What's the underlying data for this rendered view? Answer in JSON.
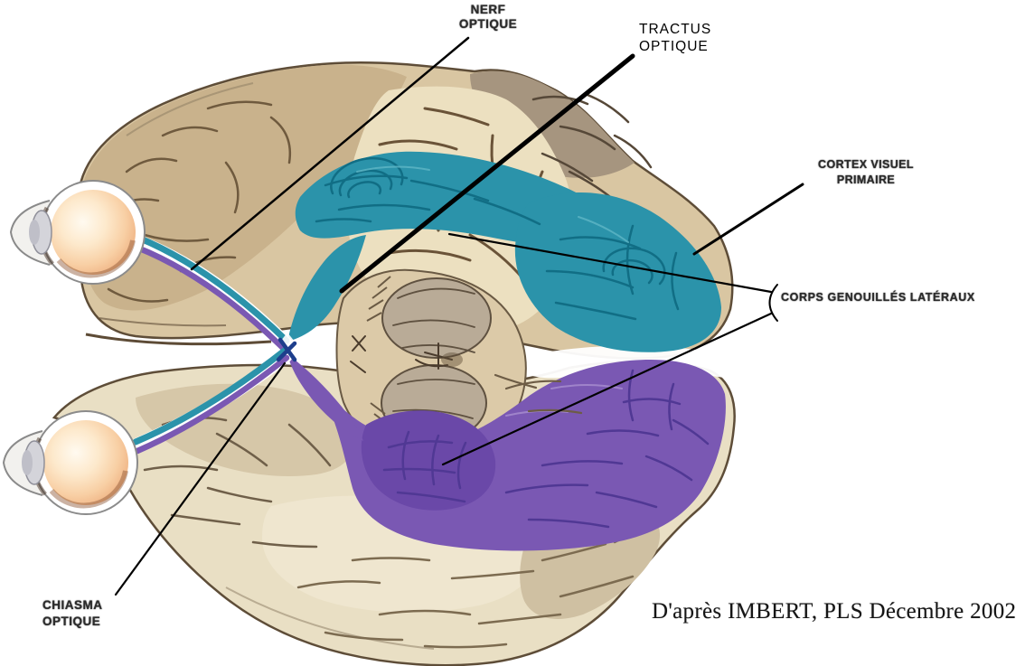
{
  "diagram": {
    "labels": {
      "nerf_optique": {
        "lines": [
          "NERF",
          "OPTIQUE"
        ]
      },
      "tractus_optique": {
        "lines": [
          "TRACTUS",
          "OPTIQUE"
        ]
      },
      "cortex_visuel_primaire": {
        "lines": [
          "CORTEX VISUEL",
          "PRIMAIRE"
        ]
      },
      "corps_genouilles_lateraux": {
        "lines": [
          "CORPS GENOUILLÉS LATÉRAUX"
        ]
      },
      "chiasma_optique": {
        "lines": [
          "CHIASMA",
          "OPTIQUE"
        ]
      }
    },
    "attribution": "D'après IMBERT, PLS Décembre 2002",
    "colors": {
      "background": "#ffffff",
      "pathway_superior_teal": "#2b93aa",
      "pathway_inferior_purple": "#7a58b3",
      "lgn_purple_dark": "#6a48a8",
      "brain_cream": "#e9dfc4",
      "brain_tan": "#c9b28c",
      "leader_lines": "#000000"
    }
  }
}
